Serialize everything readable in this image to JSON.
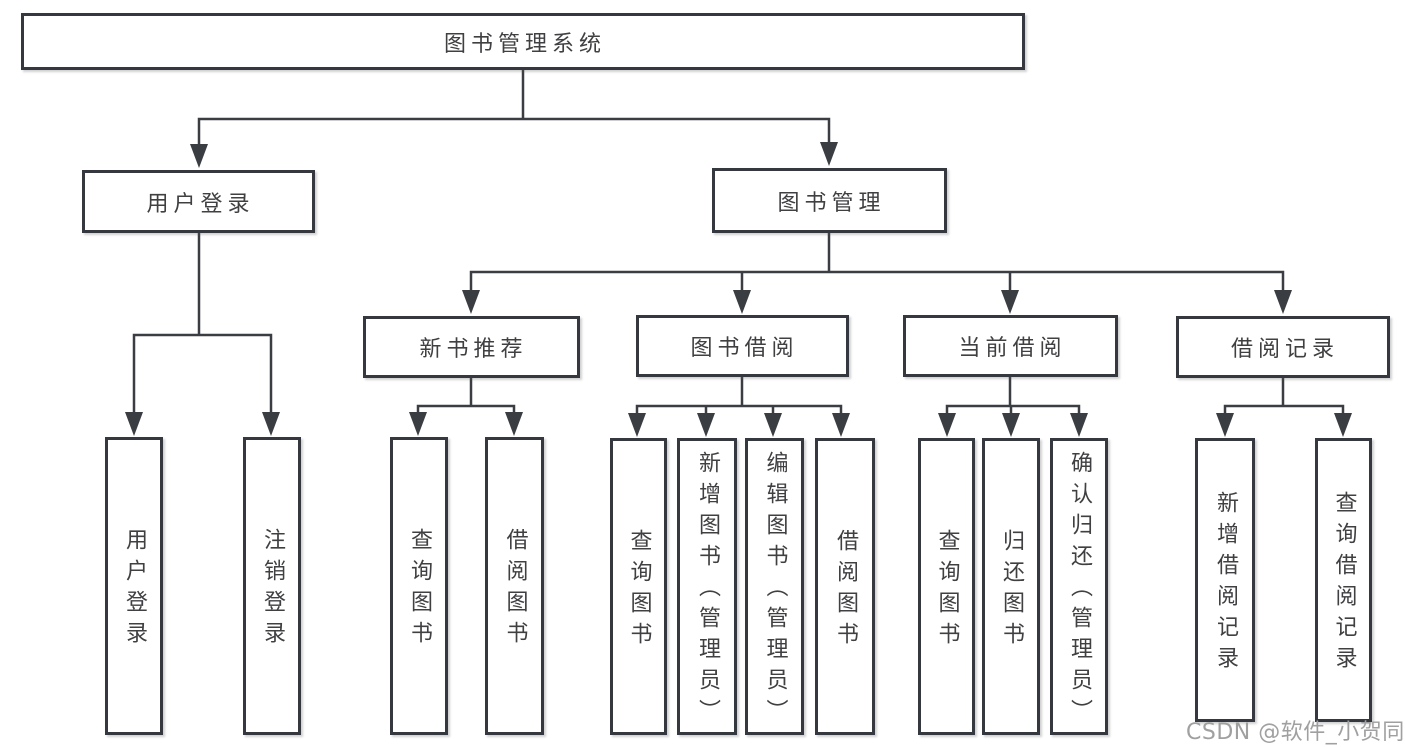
{
  "nodes": {
    "root": {
      "label": "图书管理系统"
    },
    "level2": [
      {
        "label": "用户登录"
      },
      {
        "label": "图书管理"
      }
    ],
    "level3": [
      {
        "label": "新书推荐"
      },
      {
        "label": "图书借阅"
      },
      {
        "label": "当前借阅"
      },
      {
        "label": "借阅记录"
      }
    ],
    "level4": [
      {
        "label": "用户登录"
      },
      {
        "label": "注销登录"
      },
      {
        "label": "查询图书"
      },
      {
        "label": "借阅图书"
      },
      {
        "label": "查询图书"
      },
      {
        "label": "新增图书（管理员）"
      },
      {
        "label": "编辑图书（管理员）"
      },
      {
        "label": "借阅图书"
      },
      {
        "label": "查询图书"
      },
      {
        "label": "归还图书"
      },
      {
        "label": "确认归还（管理员）"
      },
      {
        "label": "新增借阅记录"
      },
      {
        "label": "查询借阅记录"
      }
    ]
  },
  "watermark": {
    "label": "CSDN @软件_小贺同学"
  },
  "colors": {
    "line": "#3a3d42",
    "box_border": "#35383e",
    "text": "#404043",
    "watermark": "#a0a0a0",
    "background": "#ffffff"
  }
}
